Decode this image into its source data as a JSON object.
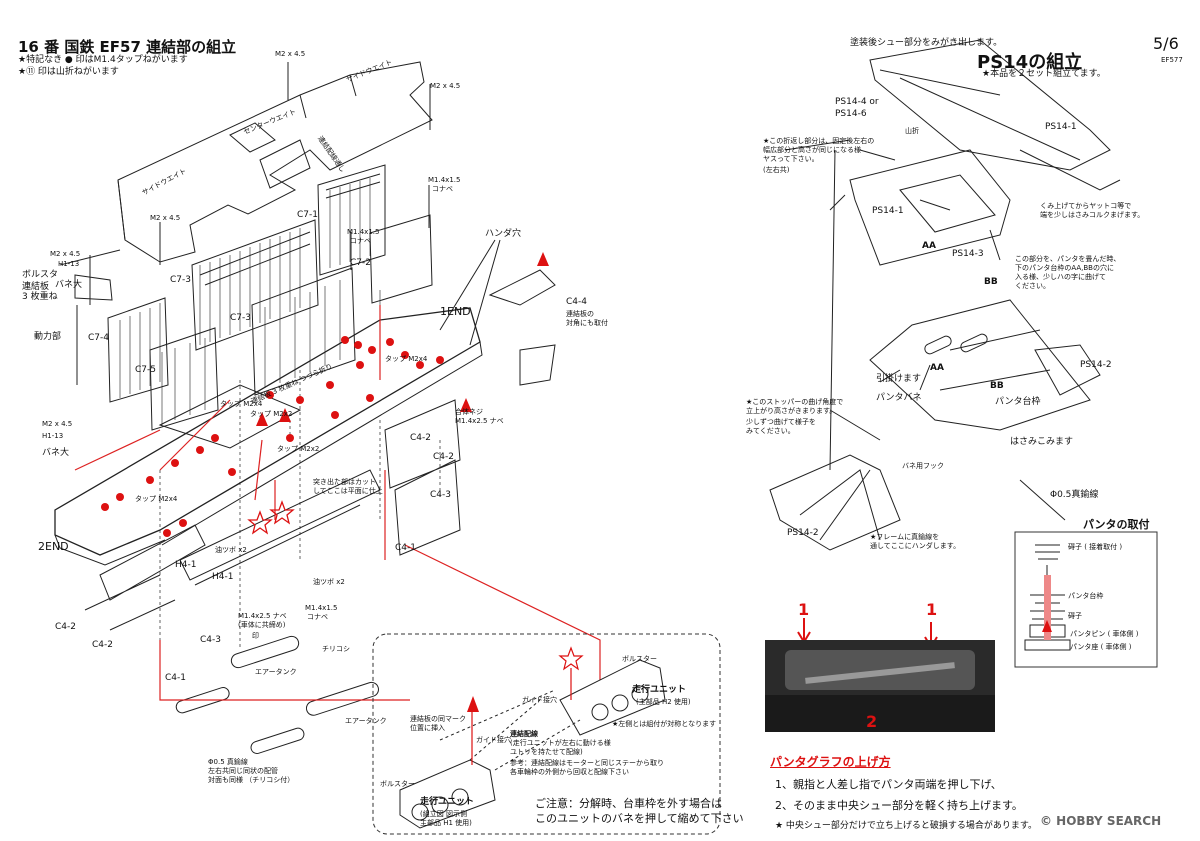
{
  "header": {
    "title": "16 番 国鉄 EF57 連結部の組立",
    "note1": "★特記なき ● 印はM1.4タップねがいます",
    "note2": "★⑪ 印は山折ねがいます",
    "page": "5/6",
    "model": "EF577"
  },
  "left": {
    "labels": {
      "m2_top": "M2 x 4.5",
      "m2_right": "M2 x 4.5",
      "m2_left": "M2 x 4.5",
      "side_weight_a": "サイドウエイト",
      "side_weight_b": "サイドウエイト",
      "center_weight": "センターウエイト",
      "coupler_through": "連結配線通し",
      "m14_a": "M1.4x1.5",
      "m14_a2": "コナベ",
      "m14_b": "M1.4x1.5",
      "m14_b2": "コナベ",
      "c7_1": "C7-1",
      "c7_2": "C7-2",
      "c7_3a": "C7-3",
      "c7_3b": "C7-3",
      "c7_4": "C7-4",
      "c7_5": "C7-5",
      "solder_hole": "ハンダ穴",
      "c4_4": "C4-4",
      "c4_4_note1": "連結板の",
      "c4_4_note2": "対角にも取付",
      "end1": "1END",
      "end2": "2END",
      "m2_h1": "M2 x 4.5",
      "h1_13": "H1-13",
      "bolster": "ボルスタ",
      "spring": "バネ大",
      "coupler_plate": "連結板",
      "stack": "3 枚重ね",
      "power": "動力部",
      "m2_b": "M2 x 4.5",
      "h1_13b": "H1-13",
      "spring_b": "バネ大",
      "coupler3": "連結板 3 枚重ね つづら折り",
      "tap1": "タップ M2x4",
      "tap2": "タップ M2x4",
      "tap3": "タップ M2x2",
      "tap4": "タップ M2x2",
      "tap5": "タップ M2x4",
      "joint_screw": "合体ネジ",
      "joint_screw2": "M1.4x2.5 ナベ",
      "c4_2a": "C4-2",
      "c4_2b": "C4-2",
      "c4_2c": "C4-2",
      "c4_2d": "C4-2",
      "cut_note1": "突き出た部はカット",
      "cut_note2": "してここは平面に仕上",
      "c4_3a": "C4-3",
      "c4_3b": "C4-3",
      "c4_1a": "C4-1",
      "c4_1b": "C4-1",
      "h4_1a": "H4-1",
      "h4_1b": "H4-1",
      "oil_a": "油ツボ x2",
      "oil_b": "油ツボ x2",
      "m14_25": "M1.4x2.5 ナベ",
      "m14_25n": "(車体に共締め)",
      "m14_15": "M1.4x1.5",
      "m14_15n": "コナベ",
      "mark": "印",
      "chirikoshi": "チリコシ",
      "air_tank_a": "エアータンク",
      "air_tank_b": "エアータンク",
      "wire1": "Φ0.5 真鍮線",
      "wire2": "左右共同じ同状の配管",
      "wire3": "対面も同様 （チリコシ付）"
    },
    "inset": {
      "bolster_l": "ボルスター",
      "bolster_r": "ボルスター",
      "guide_hole": "ガイド接穴",
      "guide_hole2": "ガイド接穴",
      "unit_r": "走行ユニット",
      "unit_r2": "(主部品 H2 使用)",
      "unit_r3": "★左側とは組付が対称となります",
      "coupler_mark1": "連結板の同マーク",
      "coupler_mark2": "位置に挿入",
      "wiring1": "連結配線",
      "wiring2": "(走行ユニットが左右に動ける様",
      "wiring3": "ユトリを持たせて配線)",
      "wiring4": "参考：連結配線はモーターと同じステーから取り",
      "wiring5": "各車輪枠の外側から回収と配線下さい",
      "unit_l": "走行ユニット",
      "unit_l2": "(組立図 図示側",
      "unit_l3": "主部品 H1 使用)",
      "caution1": "ご注意：分解時、台車枠を外す場合は",
      "caution2": "このユニットのバネを押して縮めて下さい"
    }
  },
  "right": {
    "top_note": "塗装後シュー部分をみがき出します。",
    "ps14_title": "PS14の組立",
    "ps14_sub": "★本品を２セット組立てます。",
    "ps14_46": "PS14-4 or",
    "ps14_6": "PS14-6",
    "yamaori": "山折",
    "ps14_1a": "PS14-1",
    "ps14_1b": "PS14-1",
    "fold_note1": "★この折返し部分は、固定後左右の",
    "fold_note2": "幅広部分と高さが同じになる様",
    "fold_note3": "ヤスって下さい。",
    "fold_note4": "(左右共)",
    "pinch1": "くみ上げてからヤットコ等で",
    "pinch2": "端を少しはさみコルクまげます。",
    "aa": "AA",
    "bb": "BB",
    "ps14_3": "PS14-3",
    "panta_note1": "この部分を、パンタを畳んだ時、",
    "panta_note2": "下のパンタ台枠のAA,BBの穴に",
    "panta_note3": "入る様、少しハの字に曲げて",
    "panta_note4": "ください。",
    "pull": "引掛けます",
    "aa2": "AA",
    "bb2": "BB",
    "ps14_2a": "PS14-2",
    "panta_spring": "パンタバネ",
    "panta_frame": "パンタ台枠",
    "stopper1": "★このストッパーの曲げ角度で",
    "stopper2": "立上がり高さがきまります。",
    "stopper3": "少しずつ曲げて様子を",
    "stopper4": "みてください。",
    "hook": "バネ用フック",
    "pinch_in": "はさみこみます",
    "wire05": "Φ0.5真鍮線",
    "ps14_2b": "PS14-2",
    "frame_note1": "★フレームに真鍮線を",
    "frame_note2": "通してここにハンダします。",
    "mount_title": "パンタの取付",
    "insulator1": "碍子 ( 接着取付 )",
    "panta_frame2": "パンタ台枠",
    "insulator2": "碍子",
    "panta_pin": "パンタピン ( 車体側 )",
    "panta_seat": "パンタ座 ( 車体側 )",
    "photo_n1": "1",
    "photo_n2": "1",
    "photo_n3": "2",
    "raise_title": "パンタグラフの上げ方",
    "raise1": "1、親指と人差し指でパンタ両端を押し下げ、",
    "raise2": "2、そのまま中央シュー部分を軽く持ち上げます。",
    "raise3": "★ 中央シュー部分だけで立ち上げると破損する場合があります。",
    "watermark": "© HOBBY SEARCH"
  }
}
